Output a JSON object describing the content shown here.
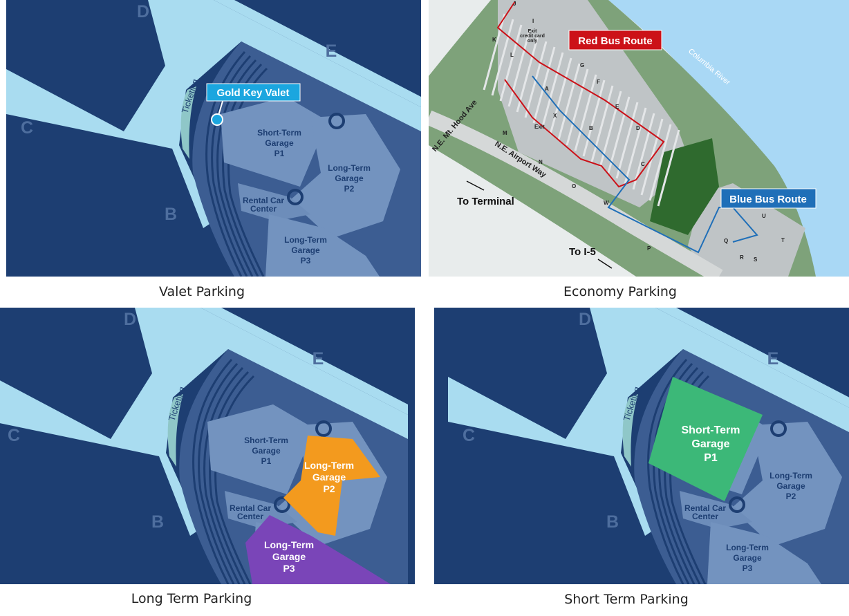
{
  "colors": {
    "background": "#1d3e72",
    "concourse": "#a9dcf0",
    "garage": "#7a98c2",
    "valet_callout": "#1ba6df",
    "long_term_p2": "#f39a1e",
    "long_term_p3": "#7a45b8",
    "short_term_p1": "#3cb878",
    "red_route": "#cc1118",
    "blue_route": "#1f6fb8",
    "river": "#a9d8f5"
  },
  "terminal_map": {
    "concourses": [
      "D",
      "E",
      "C",
      "B"
    ],
    "ticketing": "Ticketing",
    "short_term": [
      "Short-Term",
      "Garage",
      "P1"
    ],
    "long_term_p2": [
      "Long-Term",
      "Garage",
      "P2"
    ],
    "long_term_p3": [
      "Long-Term",
      "Garage",
      "P3"
    ],
    "rental": [
      "Rental Car",
      "Center"
    ]
  },
  "panels": [
    {
      "caption": "Valet Parking",
      "highlight": "valet",
      "callout": "Gold Key Valet"
    },
    {
      "caption": "Economy Parking",
      "highlight": "economy"
    },
    {
      "caption": "Long Term Parking",
      "highlight": "long"
    },
    {
      "caption": "Short Term Parking",
      "highlight": "short"
    }
  ],
  "economy_map": {
    "red_route": "Red Bus Route",
    "blue_route": "Blue Bus Route",
    "river": "Columbia River",
    "road1": "N.E. Mt. Hood Ave",
    "road2": "N.E. Airport Way",
    "to_terminal": "To Terminal",
    "to_i5": "To I-5",
    "exit": "Exit",
    "exit_note": [
      "Exit",
      "credit card",
      "only"
    ],
    "lots": [
      "J",
      "I",
      "K",
      "L",
      "G",
      "F",
      "A",
      "E",
      "X",
      "B",
      "D",
      "M",
      "C",
      "N",
      "O",
      "W",
      "U",
      "T",
      "Q",
      "P",
      "R",
      "S"
    ]
  }
}
